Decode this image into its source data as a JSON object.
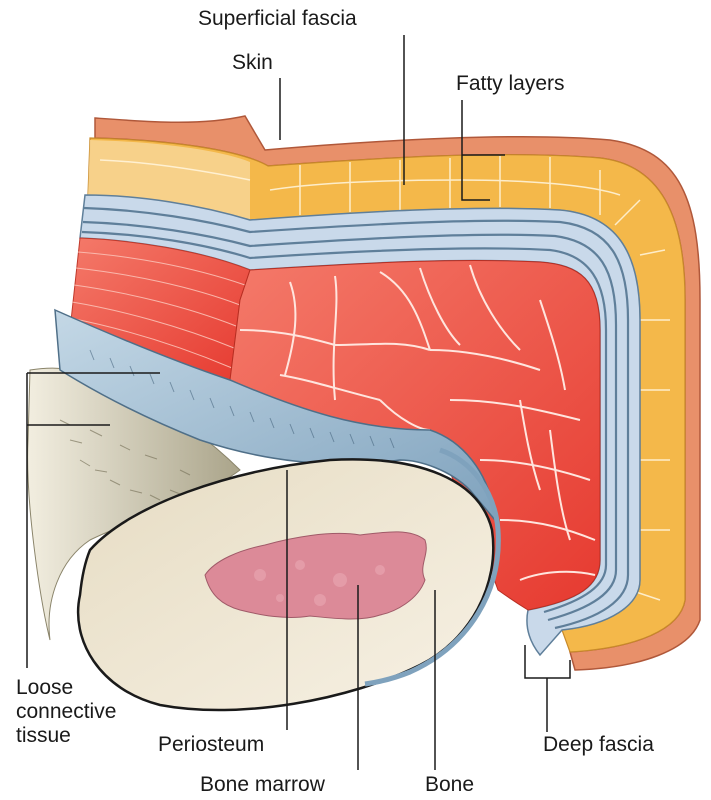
{
  "labels": {
    "superficial_fascia": "Superficial fascia",
    "skin": "Skin",
    "fatty_layers": "Fatty layers",
    "loose_connective_tissue": [
      "Loose",
      "connective",
      "tissue"
    ],
    "periosteum": "Periosteum",
    "bone_marrow": "Bone marrow",
    "bone": "Bone",
    "deep_fascia": "Deep fascia"
  },
  "colors": {
    "skin": "#e8906a",
    "fat": "#f4b84a",
    "fat_light": "#f8d79a",
    "deep_fascia": "#c9d9ea",
    "fascia_line": "#5f7f9a",
    "muscle": "#ee4b3e",
    "muscle_light": "#f47a6a",
    "periosteum": "#9fbfd6",
    "bone": "#f0e8d6",
    "marrow": "#dc8a98",
    "connective": "#c8c2a8",
    "leader": "#1a1a1a"
  }
}
